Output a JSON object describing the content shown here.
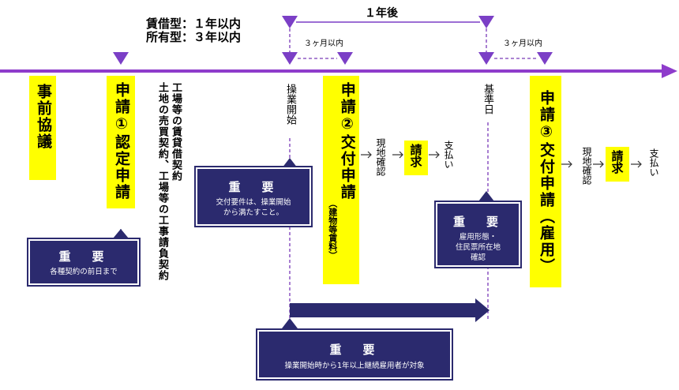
{
  "colors": {
    "timeline": "#8e3ccb",
    "marker": "#7b3fc6",
    "highlight": "#ffff00",
    "navy": "#2b2a6e",
    "dashed": "#7a3ab8"
  },
  "top": {
    "lease_line": "賃借型：１年以内",
    "own_line": "所有型：３年以内",
    "one_year": "１年後",
    "three_months_1": "３ヶ月以内",
    "three_months_2": "３ヶ月以内"
  },
  "steps": {
    "prior_consult": "事前協議",
    "apply1": "申請①認定申請",
    "apply2": "申請②交付申請",
    "apply2_paren": "（建物等賃料）",
    "apply3": "申請③交付申請",
    "apply3_paren": "（雇用）"
  },
  "labels": {
    "contracts_col1": "工場等の賃貸借契約",
    "contracts_col2": "土地の売買契約、工場等の工事請負契約",
    "start_ops": "操業開始",
    "base_date": "基準日",
    "site_check": "現地確認",
    "claim": "請求",
    "payment": "支払い"
  },
  "important": {
    "title": "重　要",
    "box1": "各種契約の前日まで",
    "box2_l1": "交付要件は、操業開始",
    "box2_l2": "から満たすこと。",
    "box3_l1": "雇用形態・",
    "box3_l2": "住民票所在地",
    "box3_l3": "確認",
    "box4": "操業開始時から1年以上継続雇用者が対象"
  }
}
